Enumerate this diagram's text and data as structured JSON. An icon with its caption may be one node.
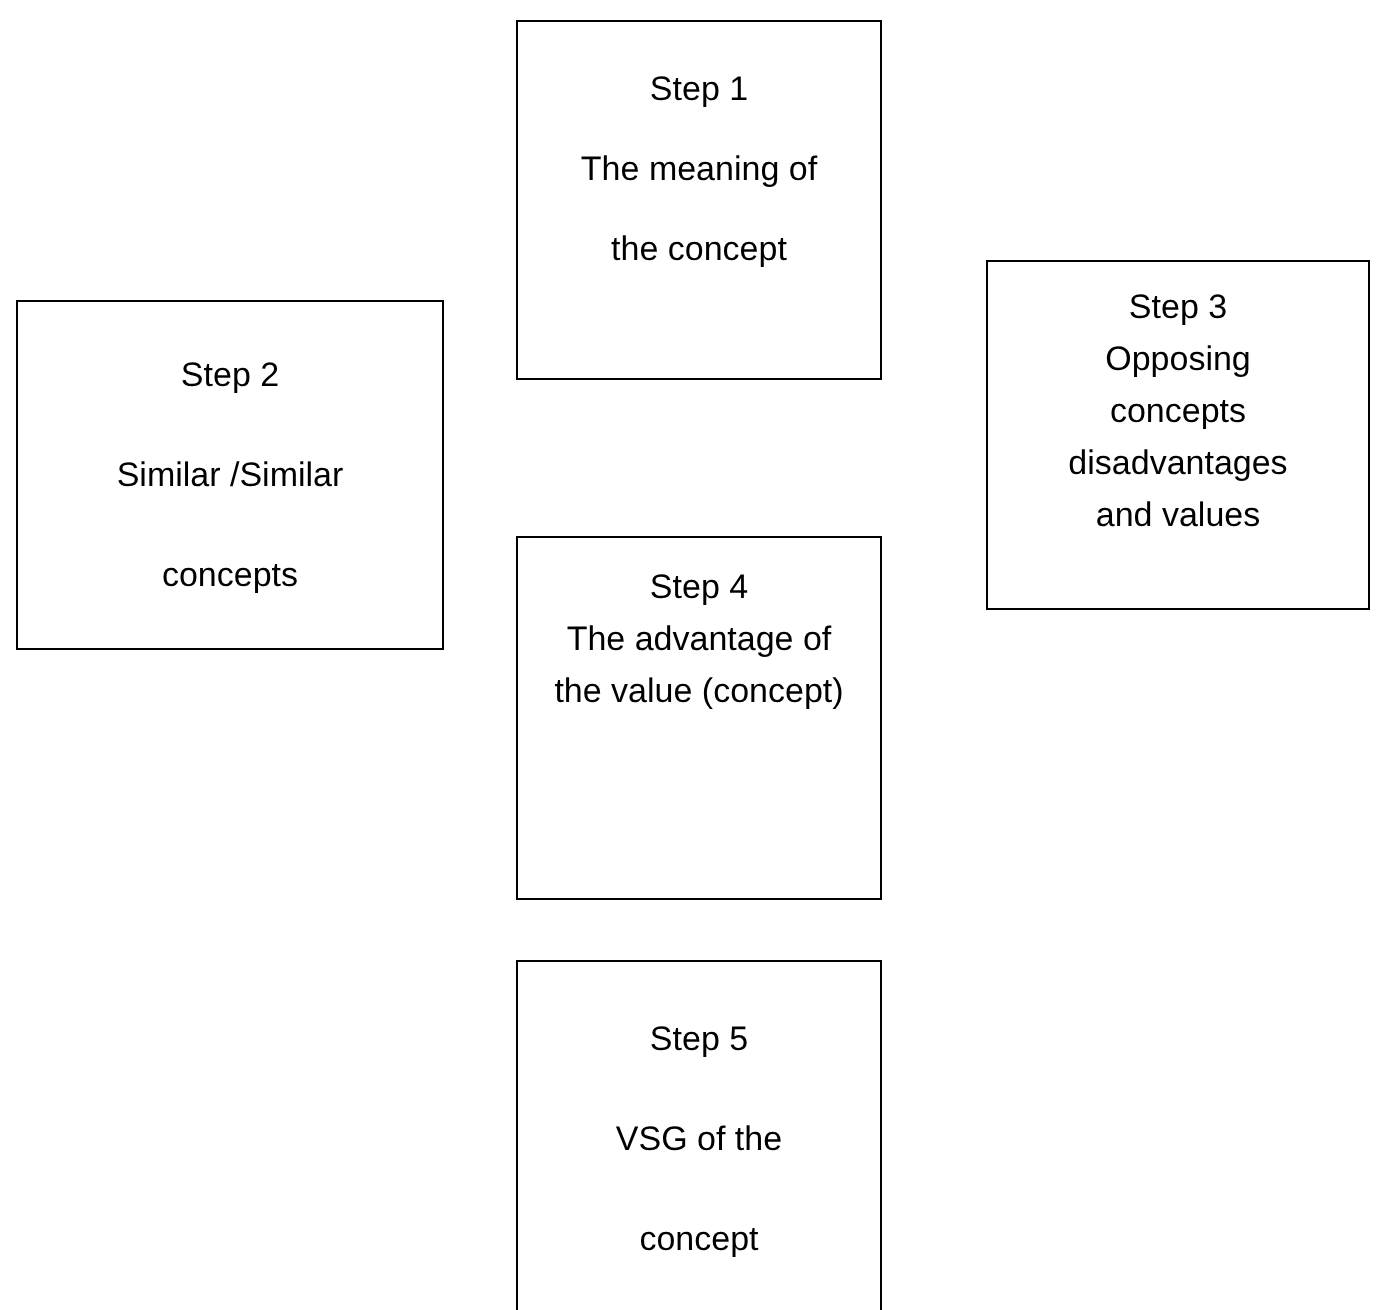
{
  "diagram": {
    "nodes": [
      {
        "text": [
          "Step 1",
          "The meaning of the concept"
        ]
      },
      {
        "text": [
          "Step 2",
          "Similar /Similar concepts"
        ]
      },
      {
        "text": [
          "Step 3",
          "Opposing concepts disadvantages and values"
        ]
      },
      {
        "text": [
          "Step 4",
          "The advantage of the value (concept)"
        ]
      },
      {
        "text": [
          "Step 5",
          "VSG of the concept"
        ]
      }
    ]
  }
}
